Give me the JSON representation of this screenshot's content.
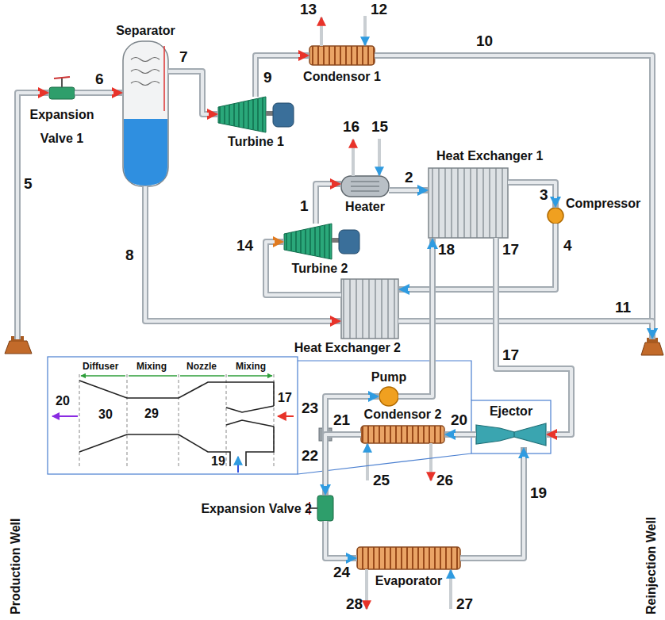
{
  "diagram": {
    "nodes": [
      {
        "text": [
          "Separator"
        ]
      },
      {
        "text": [
          "Expansion Valve 1"
        ]
      },
      {
        "text": [
          "Turbine 1"
        ]
      },
      {
        "text": [
          "Condensor 1"
        ]
      },
      {
        "text": [
          "Heater"
        ]
      },
      {
        "text": [
          "Heat Exchanger 1"
        ]
      },
      {
        "text": [
          "Compressor"
        ]
      },
      {
        "text": [
          "Turbine 2"
        ]
      },
      {
        "text": [
          "Heat Exchanger 2"
        ]
      },
      {
        "text": [
          "Production Well"
        ]
      },
      {
        "text": [
          "Reinjection Well"
        ]
      },
      {
        "text": [
          "Pump"
        ]
      },
      {
        "text": [
          "Condensor 2"
        ]
      },
      {
        "text": [
          "Ejector"
        ]
      },
      {
        "text": [
          "Expansion Valve 2"
        ]
      },
      {
        "text": [
          "Evaporator"
        ]
      }
    ],
    "edges": [
      {
        "from": 9,
        "to": 1,
        "arrow": "to"
      },
      {
        "from": 1,
        "to": 0,
        "arrow": "to"
      },
      {
        "from": 0,
        "to": 2,
        "arrow": "to"
      },
      {
        "from": 2,
        "to": 3,
        "arrow": "to"
      },
      {
        "from": 3,
        "to": 10,
        "arrow": "to"
      },
      {
        "from": 0,
        "to": 8,
        "arrow": "to"
      },
      {
        "from": 8,
        "to": 10,
        "arrow": "to"
      },
      {
        "from": 8,
        "to": 7,
        "arrow": "to"
      },
      {
        "from": 7,
        "to": 4,
        "arrow": "to"
      },
      {
        "from": 4,
        "to": 5,
        "arrow": "to"
      },
      {
        "from": 5,
        "to": 6,
        "arrow": "to"
      },
      {
        "from": 6,
        "to": 8,
        "arrow": "to"
      },
      {
        "from": 5,
        "to": 13,
        "arrow": "to"
      },
      {
        "from": 11,
        "to": 5,
        "arrow": "to"
      },
      {
        "from": 13,
        "to": 12,
        "arrow": "to"
      },
      {
        "from": 12,
        "to": 11,
        "arrow": "to"
      },
      {
        "from": 12,
        "to": 14,
        "arrow": "to"
      },
      {
        "from": 14,
        "to": 15,
        "arrow": "to"
      },
      {
        "from": 15,
        "to": 13,
        "arrow": "to"
      }
    ],
    "labels": [
      "13",
      "12",
      "10",
      "6",
      "7",
      "9",
      "5",
      "16",
      "15",
      "2",
      "3",
      "1",
      "14",
      "18",
      "17",
      "4",
      "8",
      "11",
      "17",
      "23",
      "21",
      "20",
      "22",
      "25",
      "26",
      "19",
      "24",
      "28",
      "27",
      "Diffuser",
      "Mixing",
      "Nozzle",
      "Mixing",
      "20",
      "30",
      "29",
      "17",
      "19"
    ]
  }
}
